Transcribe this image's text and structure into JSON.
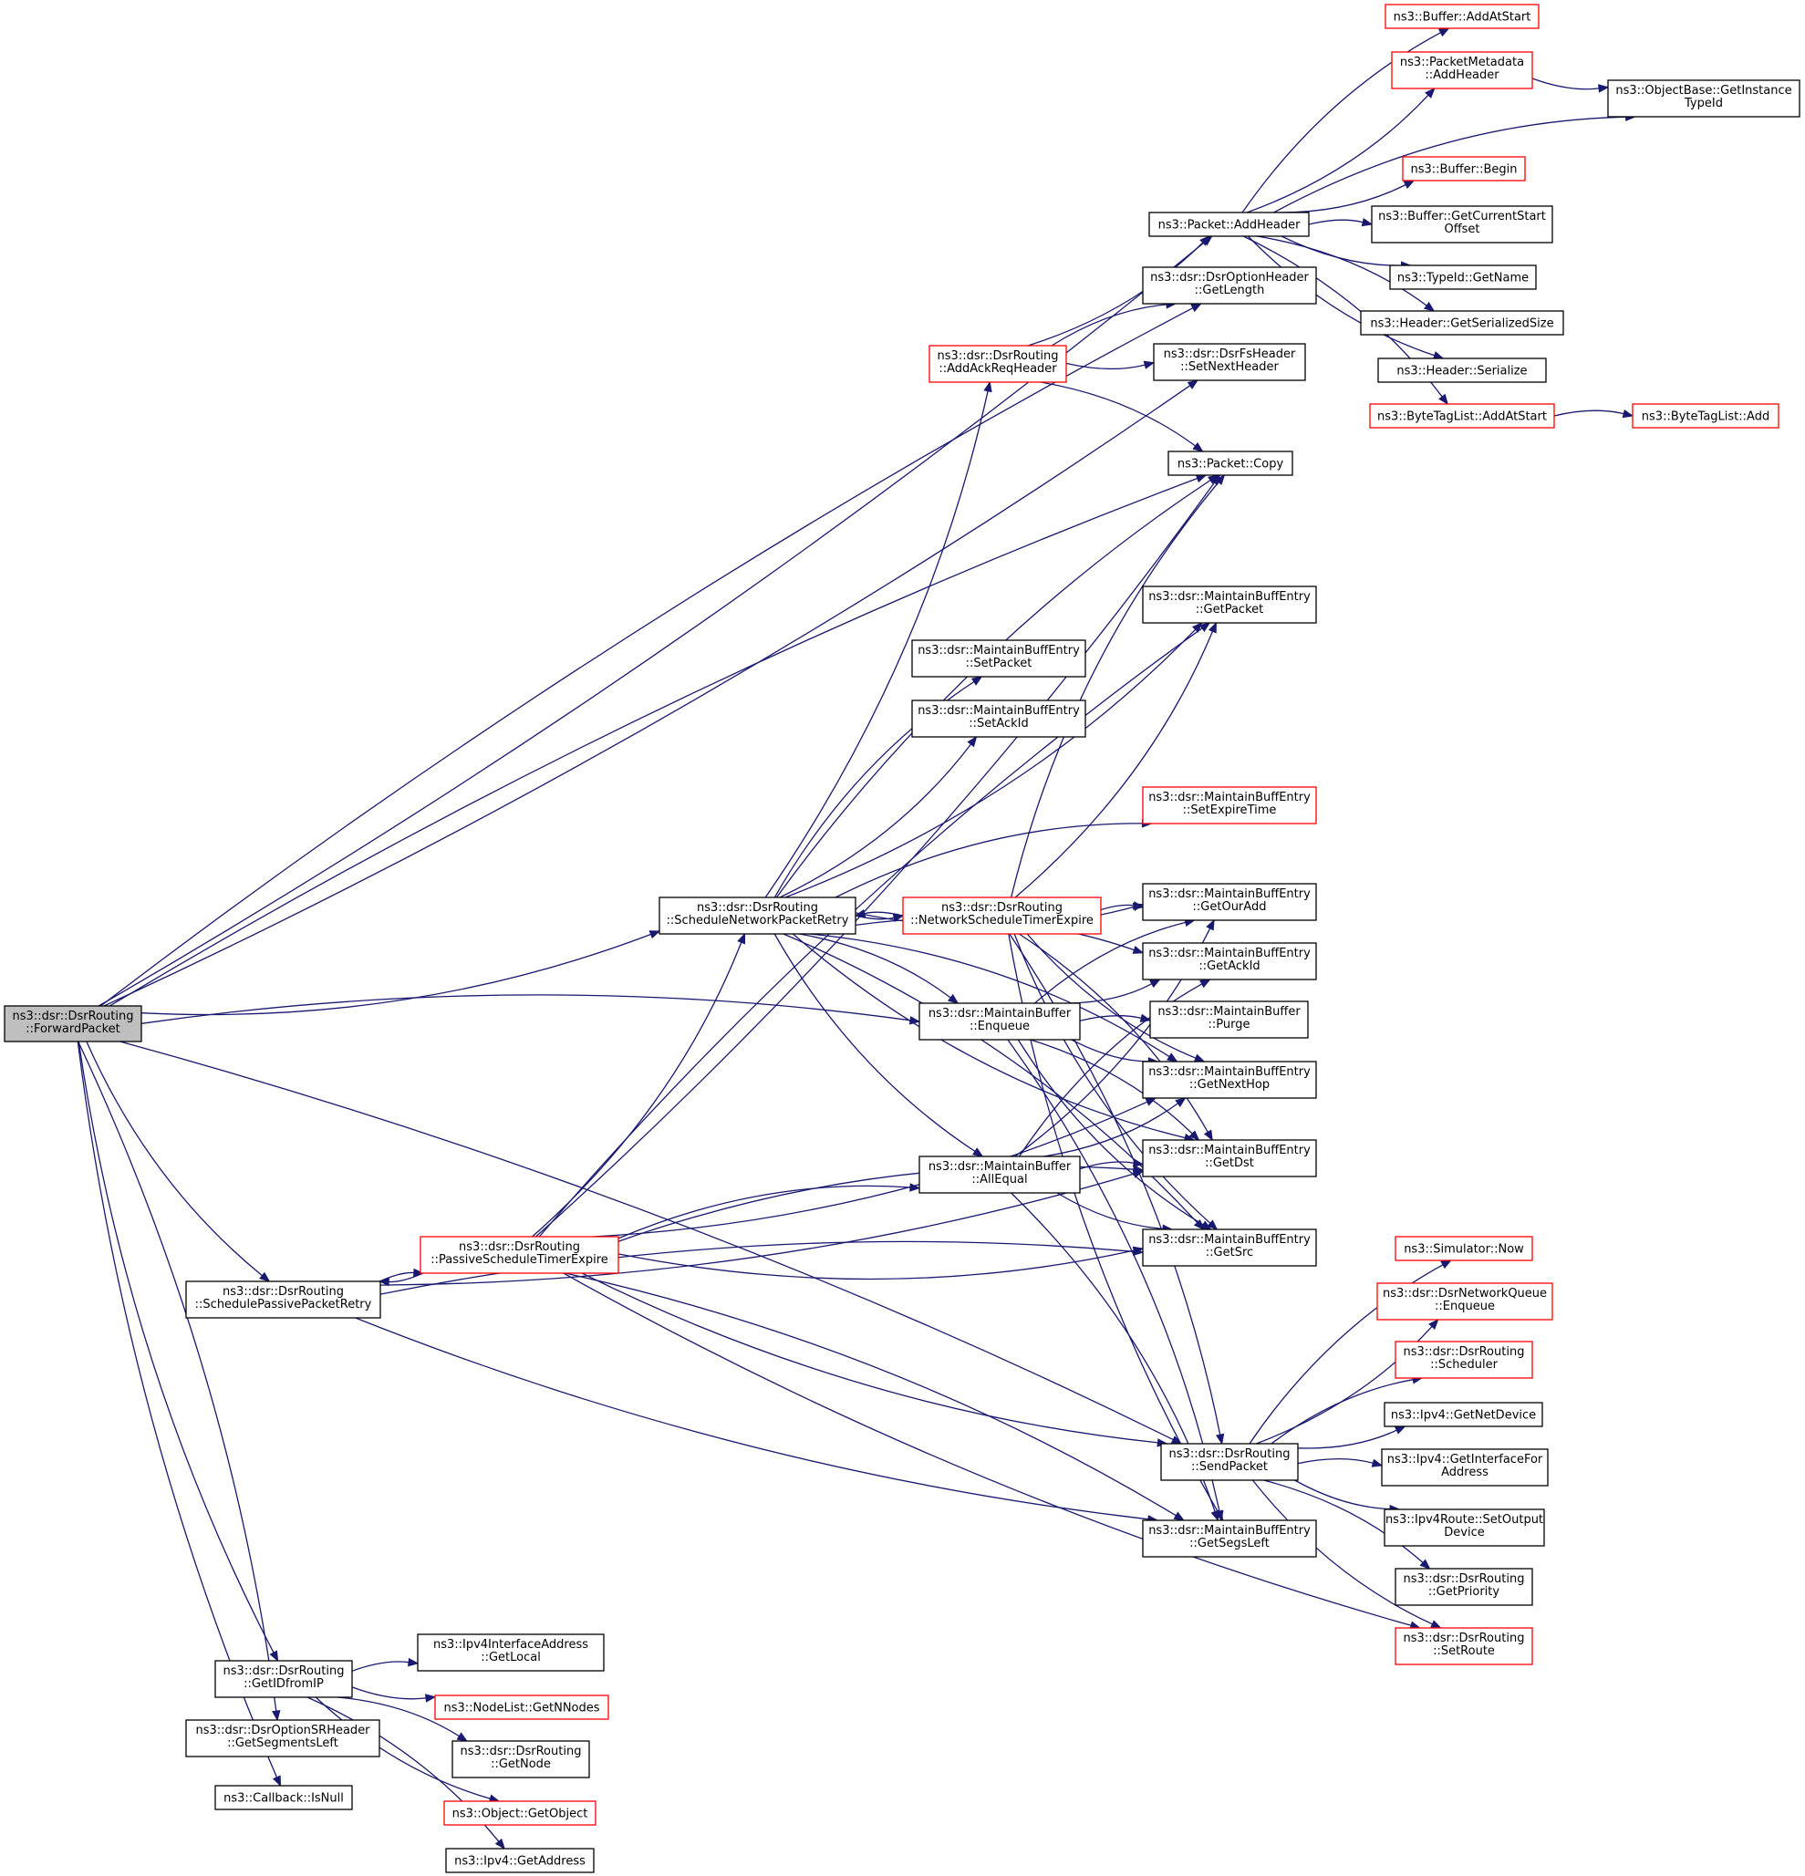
{
  "graph": {
    "nodes": [
      {
        "id": "forward",
        "lines": [
          "ns3::dsr::DsrRouting",
          "::ForwardPacket"
        ],
        "style": "root"
      },
      {
        "id": "buf_addatstart",
        "lines": [
          "ns3::Buffer::AddAtStart"
        ],
        "style": "red"
      },
      {
        "id": "pm_addheader",
        "lines": [
          "ns3::PacketMetadata",
          "::AddHeader"
        ],
        "style": "red"
      },
      {
        "id": "obj_getinst",
        "lines": [
          "ns3::ObjectBase::GetInstance",
          "TypeId"
        ],
        "style": "black"
      },
      {
        "id": "buf_begin",
        "lines": [
          "ns3::Buffer::Begin"
        ],
        "style": "red"
      },
      {
        "id": "pkt_addheader",
        "lines": [
          "ns3::Packet::AddHeader"
        ],
        "style": "black"
      },
      {
        "id": "buf_getcur",
        "lines": [
          "ns3::Buffer::GetCurrentStart",
          "Offset"
        ],
        "style": "black"
      },
      {
        "id": "opt_getlength",
        "lines": [
          "ns3::dsr::DsrOptionHeader",
          "::GetLength"
        ],
        "style": "black"
      },
      {
        "id": "typeid_getname",
        "lines": [
          "ns3::TypeId::GetName"
        ],
        "style": "black"
      },
      {
        "id": "hdr_getsersize",
        "lines": [
          "ns3::Header::GetSerializedSize"
        ],
        "style": "black"
      },
      {
        "id": "addackreq",
        "lines": [
          "ns3::dsr::DsrRouting",
          "::AddAckReqHeader"
        ],
        "style": "red"
      },
      {
        "id": "fs_setnext",
        "lines": [
          "ns3::dsr::DsrFsHeader",
          "::SetNextHeader"
        ],
        "style": "black"
      },
      {
        "id": "hdr_serialize",
        "lines": [
          "ns3::Header::Serialize"
        ],
        "style": "black"
      },
      {
        "id": "btl_addatstart",
        "lines": [
          "ns3::ByteTagList::AddAtStart"
        ],
        "style": "red"
      },
      {
        "id": "btl_add",
        "lines": [
          "ns3::ByteTagList::Add"
        ],
        "style": "red"
      },
      {
        "id": "pkt_copy",
        "lines": [
          "ns3::Packet::Copy"
        ],
        "style": "black"
      },
      {
        "id": "mbe_getpacket",
        "lines": [
          "ns3::dsr::MaintainBuffEntry",
          "::GetPacket"
        ],
        "style": "black"
      },
      {
        "id": "mbe_setpacket",
        "lines": [
          "ns3::dsr::MaintainBuffEntry",
          "::SetPacket"
        ],
        "style": "black"
      },
      {
        "id": "mbe_setackid",
        "lines": [
          "ns3::dsr::MaintainBuffEntry",
          "::SetAckId"
        ],
        "style": "black"
      },
      {
        "id": "mbe_setexpire",
        "lines": [
          "ns3::dsr::MaintainBuffEntry",
          "::SetExpireTime"
        ],
        "style": "red"
      },
      {
        "id": "sched_net",
        "lines": [
          "ns3::dsr::DsrRouting",
          "::ScheduleNetworkPacketRetry"
        ],
        "style": "black"
      },
      {
        "id": "net_expire",
        "lines": [
          "ns3::dsr::DsrRouting",
          "::NetworkScheduleTimerExpire"
        ],
        "style": "red"
      },
      {
        "id": "mbe_getouradd",
        "lines": [
          "ns3::dsr::MaintainBuffEntry",
          "::GetOurAdd"
        ],
        "style": "black"
      },
      {
        "id": "mbe_getackid",
        "lines": [
          "ns3::dsr::MaintainBuffEntry",
          "::GetAckId"
        ],
        "style": "black"
      },
      {
        "id": "mb_enqueue",
        "lines": [
          "ns3::dsr::MaintainBuffer",
          "::Enqueue"
        ],
        "style": "black"
      },
      {
        "id": "mb_purge",
        "lines": [
          "ns3::dsr::MaintainBuffer",
          "::Purge"
        ],
        "style": "black"
      },
      {
        "id": "mbe_getnexthop",
        "lines": [
          "ns3::dsr::MaintainBuffEntry",
          "::GetNextHop"
        ],
        "style": "black"
      },
      {
        "id": "mbe_getdst",
        "lines": [
          "ns3::dsr::MaintainBuffEntry",
          "::GetDst"
        ],
        "style": "black"
      },
      {
        "id": "mb_allequal",
        "lines": [
          "ns3::dsr::MaintainBuffer",
          "::AllEqual"
        ],
        "style": "black"
      },
      {
        "id": "passive_expire",
        "lines": [
          "ns3::dsr::DsrRouting",
          "::PassiveScheduleTimerExpire"
        ],
        "style": "red"
      },
      {
        "id": "mbe_getsrc",
        "lines": [
          "ns3::dsr::MaintainBuffEntry",
          "::GetSrc"
        ],
        "style": "black"
      },
      {
        "id": "sim_now",
        "lines": [
          "ns3::Simulator::Now"
        ],
        "style": "red"
      },
      {
        "id": "sched_passive",
        "lines": [
          "ns3::dsr::DsrRouting",
          "::SchedulePassivePacketRetry"
        ],
        "style": "black"
      },
      {
        "id": "netq_enqueue",
        "lines": [
          "ns3::dsr::DsrNetworkQueue",
          "::Enqueue"
        ],
        "style": "red"
      },
      {
        "id": "scheduler",
        "lines": [
          "ns3::dsr::DsrRouting",
          "::Scheduler"
        ],
        "style": "red"
      },
      {
        "id": "ipv4_getnetdev",
        "lines": [
          "ns3::Ipv4::GetNetDevice"
        ],
        "style": "black"
      },
      {
        "id": "sendpacket",
        "lines": [
          "ns3::dsr::DsrRouting",
          "::SendPacket"
        ],
        "style": "black"
      },
      {
        "id": "ipv4_getiffor",
        "lines": [
          "ns3::Ipv4::GetInterfaceFor",
          "Address"
        ],
        "style": "black"
      },
      {
        "id": "ipv4route_setout",
        "lines": [
          "ns3::Ipv4Route::SetOutput",
          "Device"
        ],
        "style": "black"
      },
      {
        "id": "mbe_getsegsleft",
        "lines": [
          "ns3::dsr::MaintainBuffEntry",
          "::GetSegsLeft"
        ],
        "style": "black"
      },
      {
        "id": "getpriority",
        "lines": [
          "ns3::dsr::DsrRouting",
          "::GetPriority"
        ],
        "style": "black"
      },
      {
        "id": "setroute",
        "lines": [
          "ns3::dsr::DsrRouting",
          "::SetRoute"
        ],
        "style": "red"
      },
      {
        "id": "ipv4if_getlocal",
        "lines": [
          "ns3::Ipv4InterfaceAddress",
          "::GetLocal"
        ],
        "style": "black"
      },
      {
        "id": "getidfromip",
        "lines": [
          "ns3::dsr::DsrRouting",
          "::GetIDfromIP"
        ],
        "style": "black"
      },
      {
        "id": "nodelist_getn",
        "lines": [
          "ns3::NodeList::GetNNodes"
        ],
        "style": "red"
      },
      {
        "id": "srh_getsegs",
        "lines": [
          "ns3::dsr::DsrOptionSRHeader",
          "::GetSegmentsLeft"
        ],
        "style": "black"
      },
      {
        "id": "getnode",
        "lines": [
          "ns3::dsr::DsrRouting",
          "::GetNode"
        ],
        "style": "black"
      },
      {
        "id": "cb_isnull",
        "lines": [
          "ns3::Callback::IsNull"
        ],
        "style": "black"
      },
      {
        "id": "obj_getobject",
        "lines": [
          "ns3::Object::GetObject"
        ],
        "style": "red"
      },
      {
        "id": "ipv4_getaddr",
        "lines": [
          "ns3::Ipv4::GetAddress"
        ],
        "style": "black"
      }
    ],
    "edges": [
      [
        "forward",
        "pkt_addheader"
      ],
      [
        "forward",
        "opt_getlength"
      ],
      [
        "forward",
        "fs_setnext"
      ],
      [
        "forward",
        "pkt_copy"
      ],
      [
        "forward",
        "sched_net"
      ],
      [
        "forward",
        "mb_enqueue"
      ],
      [
        "forward",
        "sched_passive"
      ],
      [
        "forward",
        "sendpacket"
      ],
      [
        "forward",
        "getidfromip"
      ],
      [
        "forward",
        "srh_getsegs"
      ],
      [
        "forward",
        "cb_isnull"
      ],
      [
        "pkt_addheader",
        "buf_addatstart"
      ],
      [
        "pkt_addheader",
        "pm_addheader"
      ],
      [
        "pkt_addheader",
        "obj_getinst"
      ],
      [
        "pkt_addheader",
        "buf_begin"
      ],
      [
        "pkt_addheader",
        "buf_getcur"
      ],
      [
        "pkt_addheader",
        "typeid_getname"
      ],
      [
        "pkt_addheader",
        "hdr_getsersize"
      ],
      [
        "pkt_addheader",
        "hdr_serialize"
      ],
      [
        "pkt_addheader",
        "btl_addatstart"
      ],
      [
        "pm_addheader",
        "obj_getinst"
      ],
      [
        "btl_addatstart",
        "btl_add"
      ],
      [
        "addackreq",
        "pkt_addheader"
      ],
      [
        "addackreq",
        "opt_getlength"
      ],
      [
        "addackreq",
        "fs_setnext"
      ],
      [
        "addackreq",
        "pkt_copy"
      ],
      [
        "sched_net",
        "addackreq"
      ],
      [
        "sched_net",
        "pkt_copy"
      ],
      [
        "sched_net",
        "mbe_getpacket"
      ],
      [
        "sched_net",
        "mbe_setpacket"
      ],
      [
        "sched_net",
        "mbe_setackid"
      ],
      [
        "sched_net",
        "mbe_setexpire"
      ],
      [
        "sched_net",
        "mbe_getouradd"
      ],
      [
        "sched_net",
        "mbe_getackid"
      ],
      [
        "sched_net",
        "net_expire"
      ],
      [
        "sched_net",
        "mb_enqueue"
      ],
      [
        "sched_net",
        "mb_allequal"
      ],
      [
        "sched_net",
        "mbe_getnexthop"
      ],
      [
        "sched_net",
        "mbe_getdst"
      ],
      [
        "sched_net",
        "mbe_getsrc"
      ],
      [
        "net_expire",
        "sched_net"
      ],
      [
        "net_expire",
        "pkt_copy"
      ],
      [
        "net_expire",
        "mbe_getpacket"
      ],
      [
        "net_expire",
        "mbe_getouradd"
      ],
      [
        "net_expire",
        "mbe_getnexthop"
      ],
      [
        "net_expire",
        "mbe_getdst"
      ],
      [
        "net_expire",
        "mbe_getsrc"
      ],
      [
        "net_expire",
        "sendpacket"
      ],
      [
        "net_expire",
        "mbe_getsegsleft"
      ],
      [
        "mb_enqueue",
        "mbe_getouradd"
      ],
      [
        "mb_enqueue",
        "mbe_getackid"
      ],
      [
        "mb_enqueue",
        "mb_purge"
      ],
      [
        "mb_enqueue",
        "mbe_getnexthop"
      ],
      [
        "mb_enqueue",
        "mbe_getdst"
      ],
      [
        "mb_enqueue",
        "mbe_getsrc"
      ],
      [
        "mb_enqueue",
        "mbe_getsegsleft"
      ],
      [
        "mb_allequal",
        "mbe_getouradd"
      ],
      [
        "mb_allequal",
        "mbe_getackid"
      ],
      [
        "mb_allequal",
        "mbe_getnexthop"
      ],
      [
        "mb_allequal",
        "mbe_getdst"
      ],
      [
        "mb_allequal",
        "mbe_getsrc"
      ],
      [
        "mb_allequal",
        "mbe_getsegsleft"
      ],
      [
        "passive_expire",
        "pkt_copy"
      ],
      [
        "passive_expire",
        "mbe_getpacket"
      ],
      [
        "passive_expire",
        "sched_net"
      ],
      [
        "passive_expire",
        "mb_allequal"
      ],
      [
        "passive_expire",
        "mbe_getnexthop"
      ],
      [
        "passive_expire",
        "mbe_getdst"
      ],
      [
        "passive_expire",
        "mbe_getsrc"
      ],
      [
        "passive_expire",
        "sched_passive"
      ],
      [
        "passive_expire",
        "sendpacket"
      ],
      [
        "passive_expire",
        "mbe_getsegsleft"
      ],
      [
        "passive_expire",
        "setroute"
      ],
      [
        "sched_passive",
        "passive_expire"
      ],
      [
        "sched_passive",
        "mbe_getdst"
      ],
      [
        "sched_passive",
        "mbe_getsrc"
      ],
      [
        "sched_passive",
        "mbe_getsegsleft"
      ],
      [
        "sendpacket",
        "sim_now"
      ],
      [
        "sendpacket",
        "netq_enqueue"
      ],
      [
        "sendpacket",
        "scheduler"
      ],
      [
        "sendpacket",
        "ipv4_getnetdev"
      ],
      [
        "sendpacket",
        "ipv4_getiffor"
      ],
      [
        "sendpacket",
        "ipv4route_setout"
      ],
      [
        "sendpacket",
        "getpriority"
      ],
      [
        "sendpacket",
        "setroute"
      ],
      [
        "getidfromip",
        "ipv4if_getlocal"
      ],
      [
        "getidfromip",
        "nodelist_getn"
      ],
      [
        "getidfromip",
        "getnode"
      ],
      [
        "getidfromip",
        "obj_getobject"
      ],
      [
        "getidfromip",
        "ipv4_getaddr"
      ]
    ]
  }
}
